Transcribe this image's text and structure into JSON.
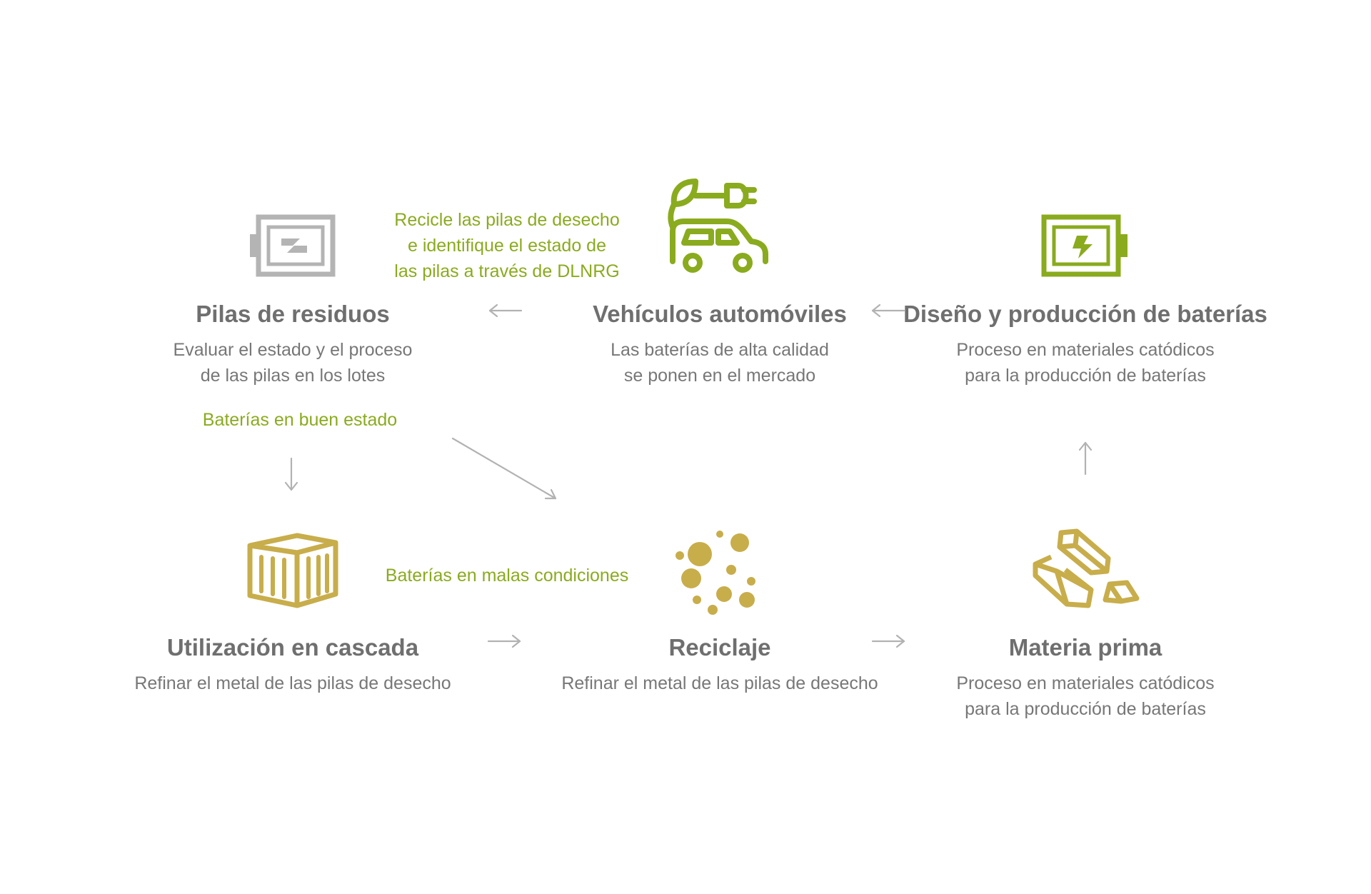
{
  "colors": {
    "green": "#8aab1e",
    "gold": "#c8ad4b",
    "gray_icon": "#b4b4b4",
    "title": "#6f6f6f",
    "text": "#777777",
    "arrow": "#b2b2b2"
  },
  "nodes": {
    "waste_batteries": {
      "icon": "battery-icon",
      "title": "Pilas de residuos",
      "desc": [
        "Evaluar el estado y el proceso",
        "de las pilas en los lotes"
      ]
    },
    "vehicles": {
      "icon": "electric-car-icon",
      "title": "Vehículos automóviles",
      "desc": [
        "Las baterías de alta calidad",
        "se ponen en el mercado"
      ]
    },
    "design_production": {
      "icon": "charged-battery-icon",
      "title": "Diseño y producción de baterías",
      "desc": [
        "Proceso en materiales catódicos",
        "para la producción de baterías"
      ]
    },
    "cascade": {
      "icon": "container-icon",
      "title": "Utilización en cascada",
      "desc": [
        "Refinar el metal de las pilas de desecho"
      ]
    },
    "recycling": {
      "icon": "particles-icon",
      "title": "Reciclaje",
      "desc": [
        "Refinar el metal de las pilas de desecho"
      ]
    },
    "raw_material": {
      "icon": "gold-bars-icon",
      "title": "Materia prima",
      "desc": [
        "Proceso en materiales catódicos",
        "para la producción de baterías"
      ]
    }
  },
  "notes": {
    "recycle_identify": [
      "Recicle las pilas de desecho",
      "e identifique el estado de",
      "las pilas a través de DLNRG"
    ],
    "good_condition": "Baterías en buen estado",
    "bad_condition": "Baterías en malas condiciones"
  }
}
